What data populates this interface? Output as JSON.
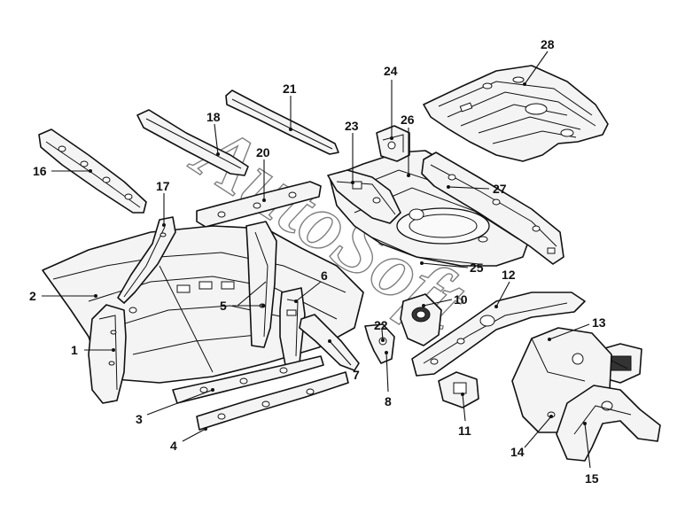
{
  "watermark": "AutoSoft",
  "callouts": [
    "1",
    "2",
    "3",
    "4",
    "5",
    "6",
    "7",
    "8",
    "10",
    "11",
    "12",
    "13",
    "14",
    "15",
    "16",
    "17",
    "18",
    "20",
    "21",
    "22",
    "23",
    "24",
    "25",
    "26",
    "27",
    "28"
  ]
}
